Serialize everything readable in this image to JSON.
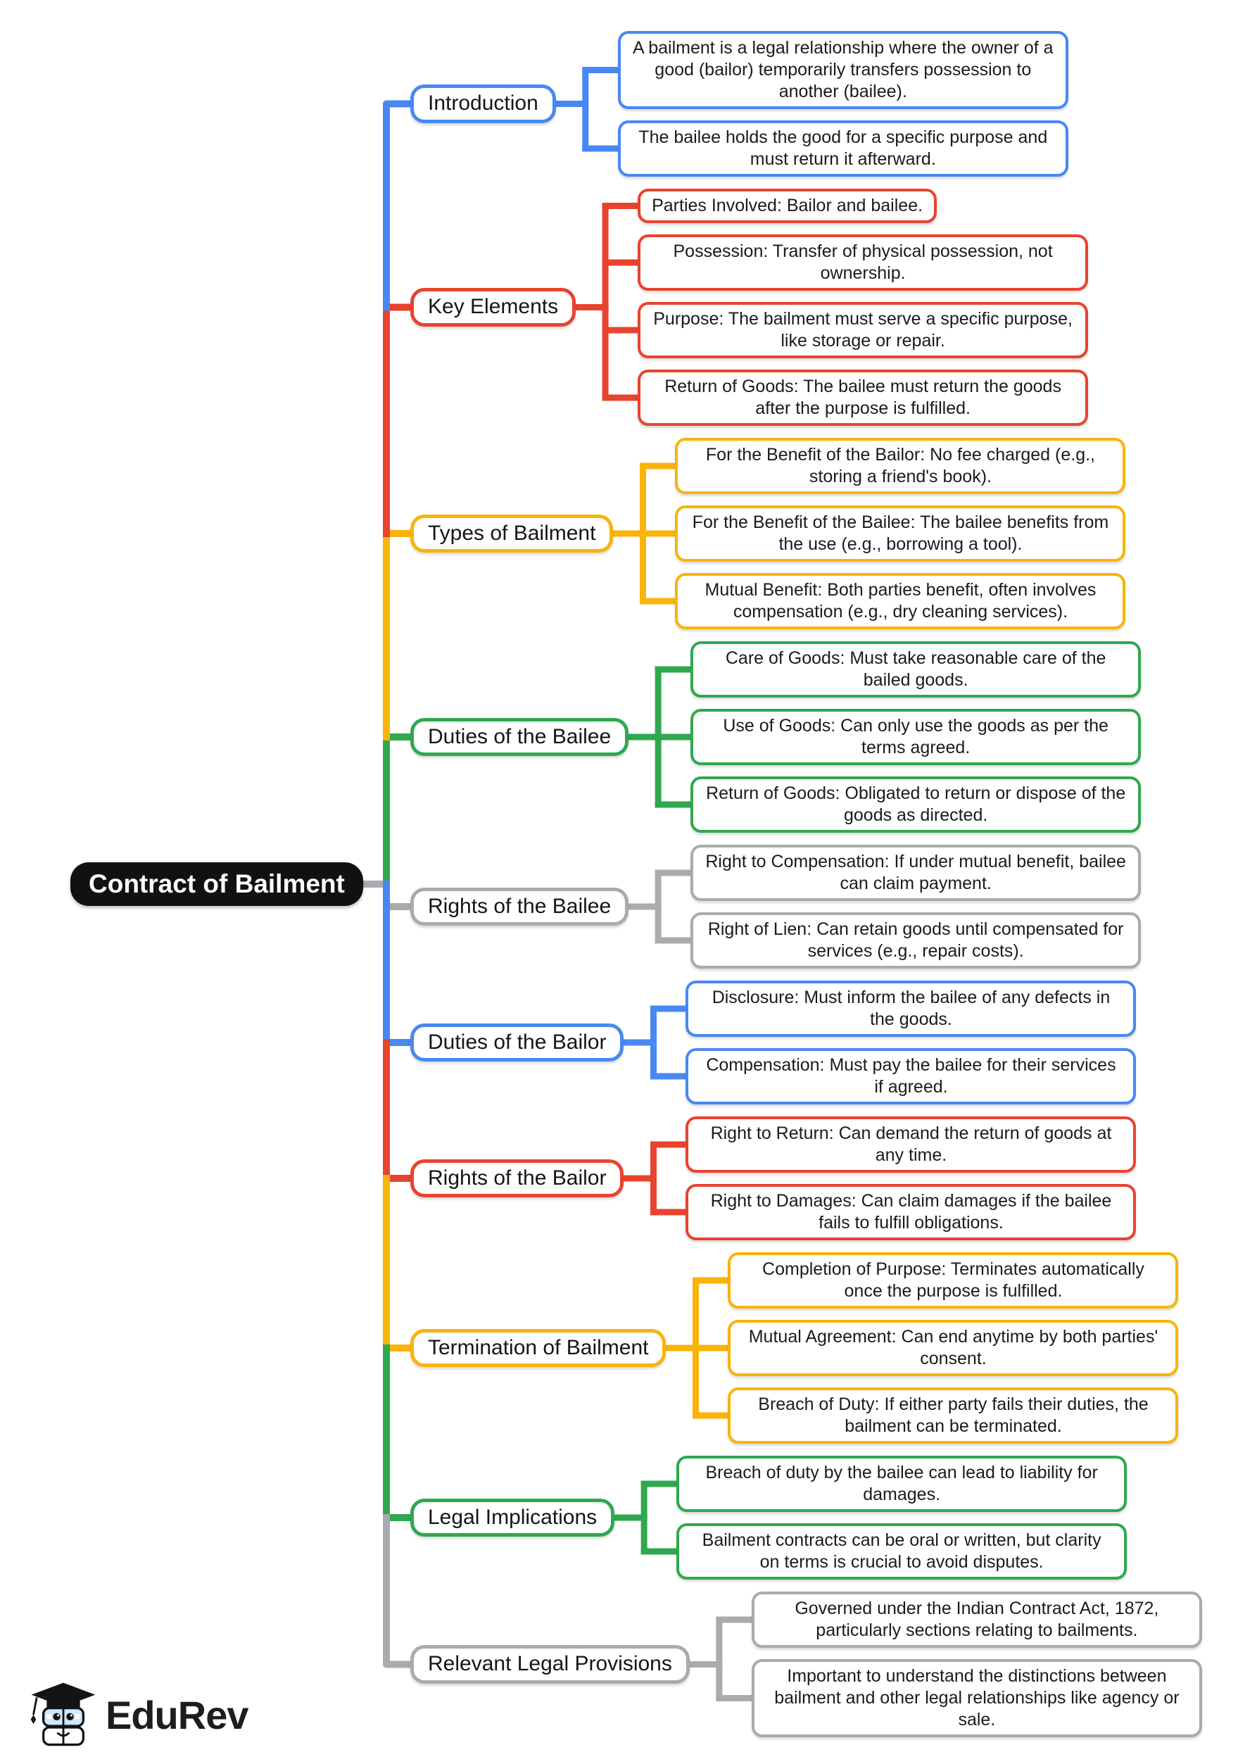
{
  "root": {
    "label": "Contract of Bailment"
  },
  "palette": {
    "blue": "#4888f2",
    "red": "#e8432f",
    "yellow": "#f9b30b",
    "green": "#2fa84e",
    "gray": "#a9abae",
    "root_bg": "#111111",
    "root_text": "#ffffff"
  },
  "branches": [
    {
      "label": "Introduction",
      "color": "blue",
      "leaves": [
        "A bailment is a legal relationship where the owner of a good (bailor) temporarily transfers possession to another (bailee).",
        "The bailee holds the good for a specific purpose and must return it afterward."
      ]
    },
    {
      "label": "Key Elements",
      "color": "red",
      "leaves": [
        "Parties Involved: Bailor and bailee.",
        "Possession: Transfer of physical possession, not ownership.",
        "Purpose: The bailment must serve a specific purpose, like storage or repair.",
        "Return of Goods: The bailee must return the goods after the purpose is fulfilled."
      ]
    },
    {
      "label": "Types of Bailment",
      "color": "yellow",
      "leaves": [
        "For the Benefit of the Bailor: No fee charged (e.g., storing a friend's book).",
        "For the Benefit of the Bailee: The bailee benefits from the use (e.g., borrowing a tool).",
        "Mutual Benefit: Both parties benefit, often involves compensation (e.g., dry cleaning services)."
      ]
    },
    {
      "label": "Duties of the Bailee",
      "color": "green",
      "leaves": [
        "Care of Goods: Must take reasonable care of the bailed goods.",
        "Use of Goods: Can only use the goods as per the terms agreed.",
        "Return of Goods: Obligated to return or dispose of the goods as directed."
      ]
    },
    {
      "label": "Rights of the Bailee",
      "color": "gray",
      "leaves": [
        "Right to Compensation: If under mutual benefit, bailee can claim payment.",
        "Right of Lien: Can retain goods until compensated for services (e.g., repair costs)."
      ]
    },
    {
      "label": "Duties of the Bailor",
      "color": "blue",
      "leaves": [
        "Disclosure: Must inform the bailee of any defects in the goods.",
        "Compensation: Must pay the bailee for their services if agreed."
      ]
    },
    {
      "label": "Rights of the Bailor",
      "color": "red",
      "leaves": [
        "Right to Return: Can demand the return of goods at any time.",
        "Right to Damages: Can claim damages if the bailee fails to fulfill obligations."
      ]
    },
    {
      "label": "Termination of Bailment",
      "color": "yellow",
      "leaves": [
        "Completion of Purpose: Terminates automatically once the purpose is fulfilled.",
        "Mutual Agreement: Can end anytime by both parties' consent.",
        "Breach of Duty: If either party fails their duties, the bailment can be terminated."
      ]
    },
    {
      "label": "Legal Implications",
      "color": "green",
      "leaves": [
        "Breach of duty by the bailee can lead to liability for damages.",
        "Bailment contracts can be oral or written, but clarity on terms is crucial to avoid disputes."
      ]
    },
    {
      "label": "Relevant Legal Provisions",
      "color": "gray",
      "leaves": [
        "Governed under the Indian Contract Act, 1872, particularly sections relating to bailments.",
        "Important to understand the distinctions between bailment and other legal relationships like agency or sale."
      ]
    }
  ],
  "logo": {
    "brand": "EduRev"
  }
}
